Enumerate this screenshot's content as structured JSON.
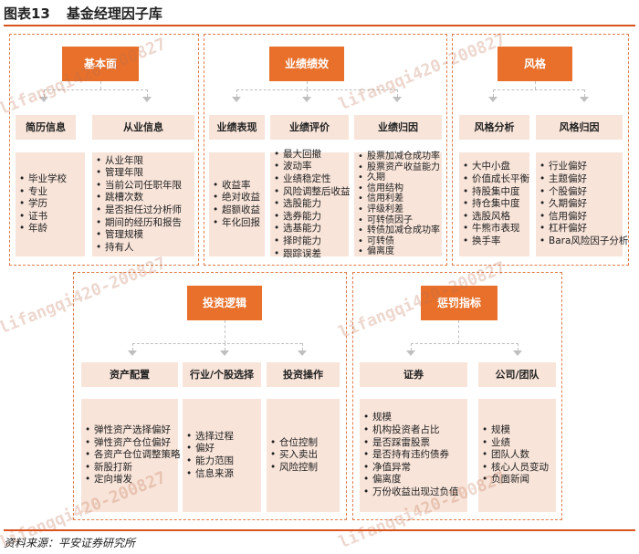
{
  "title": {
    "number": "图表13",
    "text": "基金经理因子库"
  },
  "sections": {
    "basic": {
      "header": "基本面",
      "sub1": {
        "label": "简历信息",
        "items": [
          "毕业学校",
          "专业",
          "学历",
          "证书",
          "年龄"
        ]
      },
      "sub2": {
        "label": "从业信息",
        "items": [
          "从业年限",
          "管理年限",
          "当前公司任职年限",
          "跳槽次数",
          "是否担任过分析师",
          "期间的经历和报告",
          "管理规模",
          "持有人"
        ]
      }
    },
    "performance": {
      "header": "业绩绩效",
      "sub1": {
        "label": "业绩表现",
        "items": [
          "收益率",
          "绝对收益",
          "超额收益",
          "年化回报"
        ]
      },
      "sub2": {
        "label": "业绩评价",
        "items": [
          "最大回撤",
          "波动率",
          "业绩稳定性",
          "风险调整后收益",
          "选股能力",
          "选券能力",
          "选基能力",
          "择时能力",
          "跟踪误差"
        ]
      },
      "sub3": {
        "label": "业绩归因",
        "items": [
          "股票加减仓成功率",
          "股票资产收益能力",
          "久期",
          "信用结构",
          "信用利差",
          "评级利差",
          "可转债因子",
          "转债加减仓成功率",
          "可转债",
          "偏离度"
        ]
      }
    },
    "style": {
      "header": "风格",
      "sub1": {
        "label": "风格分析",
        "items": [
          "大中小盘",
          "价值成长平衡",
          "持股集中度",
          "持仓集中度",
          "选股风格",
          "牛熊市表现",
          "换手率"
        ]
      },
      "sub2": {
        "label": "风格归因",
        "items": [
          "行业偏好",
          "主题偏好",
          "个股偏好",
          "久期偏好",
          "信用偏好",
          "杠杆偏好",
          "Bara风险因子分析"
        ]
      }
    },
    "logic": {
      "header": "投资逻辑",
      "sub1": {
        "label": "资产配置",
        "items": [
          "弹性资产选择偏好",
          "弹性资产仓位偏好",
          "各资产仓位调整策略",
          "新股打新",
          "定向增发"
        ]
      },
      "sub2": {
        "label": "行业/个股选择",
        "items": [
          "选择过程",
          "偏好",
          "能力范围",
          "信息来源"
        ]
      },
      "sub3": {
        "label": "投资操作",
        "items": [
          "仓位控制",
          "买入卖出",
          "风险控制"
        ]
      }
    },
    "penalty": {
      "header": "惩罚指标",
      "sub1": {
        "label": "证券",
        "items": [
          "规模",
          "机构投资者占比",
          "是否踩雷股票",
          "是否持有违约债券",
          "净值异常",
          "偏离度",
          "万份收益出现过负值"
        ]
      },
      "sub2": {
        "label": "公司/团队",
        "items": [
          "规模",
          "业绩",
          "团队人数",
          "核心人员变动",
          "负面新闻"
        ]
      }
    }
  },
  "watermark": "lifangqi420-200827",
  "source": "资料来源：平安证券研究所",
  "colors": {
    "header": "#e8702a",
    "box": "#f8e4d9",
    "border": "#e07b4a",
    "rule": "#d9531e"
  }
}
